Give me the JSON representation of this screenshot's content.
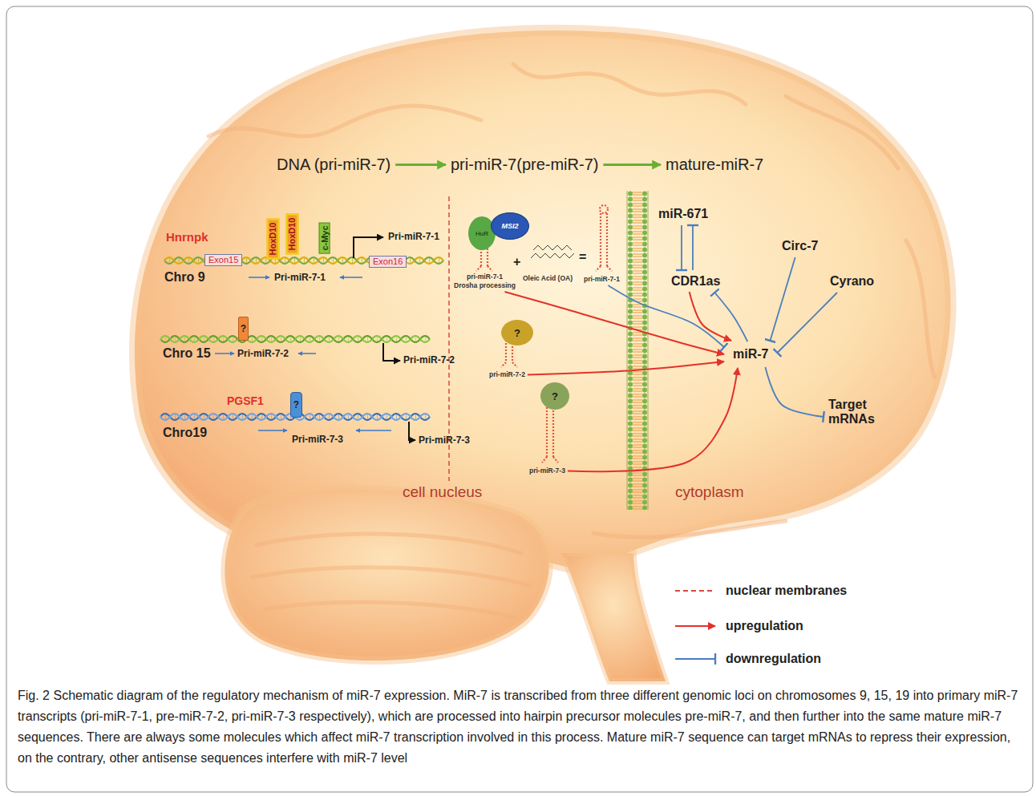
{
  "diagram": {
    "caption": "Fig. 2 Schematic diagram of the regulatory mechanism of miR-7 expression. MiR-7 is transcribed from three different genomic loci on chromosomes 9, 15, 19 into primary miR-7 transcripts (pri-miR-7-1, pre-miR-7-2, pri-miR-7-3 respectively), which are processed into hairpin precursor molecules pre-miR-7, and then further into the same mature miR-7 sequences. There are always some molecules which affect miR-7 transcription involved in this process. Mature miR-7 sequence can target mRNAs to repress their expression, on the contrary, other antisense sequences interfere with miR-7 level",
    "nodes": [
      {
        "text": [
          "DNA (pri-miR-7)"
        ]
      },
      {
        "text": [
          "pri-miR-7(pre-miR-7)"
        ]
      },
      {
        "text": [
          "mature-miR-7"
        ]
      },
      {
        "text": [
          "Exon15"
        ]
      },
      {
        "text": [
          "HoxD10"
        ]
      },
      {
        "text": [
          "HoxD10"
        ]
      },
      {
        "text": [
          "c-Myc"
        ]
      },
      {
        "text": [
          "Exon16"
        ]
      },
      {
        "text": [
          "?"
        ]
      },
      {
        "text": [
          "?"
        ]
      },
      {
        "text": [
          "HuR"
        ]
      },
      {
        "text": [
          "MSI2"
        ]
      },
      {
        "text": [
          "pri-miR-7-1",
          "Drosha processing"
        ]
      },
      {
        "text": [
          "Oleic Acid (OA)"
        ]
      },
      {
        "text": [
          "pri-miR-7-1"
        ]
      },
      {
        "text": [
          "?"
        ]
      },
      {
        "text": [
          "pri-miR-7-2"
        ]
      },
      {
        "text": [
          "?"
        ]
      },
      {
        "text": [
          "pri-miR-7-3"
        ]
      },
      {
        "text": [
          "miR-671"
        ]
      },
      {
        "text": [
          "CDR1as"
        ]
      },
      {
        "text": [
          "Circ-7"
        ]
      },
      {
        "text": [
          "Cyrano"
        ]
      },
      {
        "text": [
          "miR-7"
        ]
      },
      {
        "text": [
          "Target mRNAs"
        ]
      }
    ],
    "edges": [
      {
        "from": 0,
        "to": 1,
        "arrow": "to"
      },
      {
        "from": 1,
        "to": 2,
        "arrow": "to"
      },
      {
        "from": 12,
        "to": 23,
        "arrow": "to"
      },
      {
        "from": 14,
        "to": 23,
        "arrow": "to"
      },
      {
        "from": 16,
        "to": 23,
        "arrow": "to"
      },
      {
        "from": 18,
        "to": 23,
        "arrow": "to"
      },
      {
        "from": 19,
        "to": 20,
        "arrow": "to"
      },
      {
        "from": 20,
        "to": 19,
        "arrow": "to"
      },
      {
        "from": 20,
        "to": 23,
        "arrow": "to"
      },
      {
        "from": 23,
        "to": 20,
        "arrow": "to"
      },
      {
        "from": 21,
        "to": 23,
        "arrow": "to"
      },
      {
        "from": 22,
        "to": 23,
        "arrow": "to"
      },
      {
        "from": 23,
        "to": 24,
        "arrow": "to"
      }
    ],
    "labels": [
      "Hnrnpk",
      "Chro 9",
      "Pri-miR-7-1",
      "Pri-miR-7-1",
      "Chro 15",
      "Pri-miR-7-2",
      "Pri-miR-7-2",
      "PGSF1",
      "Chro19",
      "Pri-miR-7-3",
      "Pri-miR-7-3",
      "+",
      "=",
      "cell nucleus",
      "cytoplasm"
    ],
    "legend": [
      {
        "text": "nuclear membranes"
      },
      {
        "text": "upregulation"
      },
      {
        "text": "downregulation"
      }
    ]
  }
}
